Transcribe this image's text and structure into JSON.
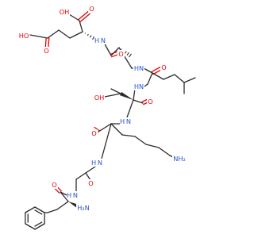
{
  "diagram": {
    "type": "chemical-structure",
    "colors": {
      "bond": "#2b2b2b",
      "oxygen": "#e60000",
      "nitrogen": "#2a55c8",
      "background": "#ffffff"
    },
    "atom_labels": [
      {
        "id": "oh-acid-top",
        "text": "OH",
        "element": "O"
      },
      {
        "id": "o-acid-top",
        "text": "O",
        "element": "O"
      },
      {
        "id": "ho-acid-side",
        "text": "HO",
        "element": "O"
      },
      {
        "id": "o-acid-side",
        "text": "O",
        "element": "O"
      },
      {
        "id": "nh-glu",
        "text": "H N",
        "element": "N"
      },
      {
        "id": "o-ala2",
        "text": "O",
        "element": "O"
      },
      {
        "id": "nh-ala2",
        "text": "HN",
        "element": "N"
      },
      {
        "id": "o-leu",
        "text": "O",
        "element": "O"
      },
      {
        "id": "nh-leu",
        "text": "HN",
        "element": "N"
      },
      {
        "id": "oh-thr",
        "text": "OH",
        "element": "O"
      },
      {
        "id": "o-thr",
        "text": "O",
        "element": "O"
      },
      {
        "id": "nh-thr",
        "text": "H N",
        "element": "N"
      },
      {
        "id": "o-lys",
        "text": "O",
        "element": "O"
      },
      {
        "id": "nh2-lys",
        "text": "NH₂",
        "element": "N"
      },
      {
        "id": "nh-lys",
        "text": "H N",
        "element": "N"
      },
      {
        "id": "o-ala1",
        "text": "O",
        "element": "O"
      },
      {
        "id": "nh-ala1",
        "text": "H N",
        "element": "N"
      },
      {
        "id": "o-phe",
        "text": "O",
        "element": "O"
      },
      {
        "id": "nh2-phe",
        "text": "H₂N",
        "element": "N"
      }
    ]
  }
}
